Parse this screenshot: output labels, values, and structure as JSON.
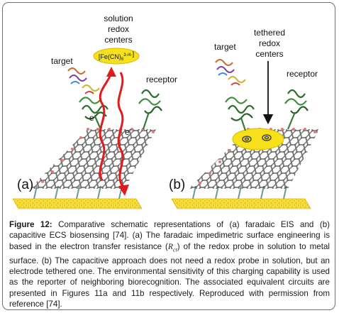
{
  "panel_a": {
    "label": "(a)",
    "solution_centers": [
      "solution",
      "redox",
      "centers"
    ],
    "probe": "[Fe(CN)6]3-/4-",
    "target": "target",
    "receptor": "receptor",
    "electron": "e-"
  },
  "panel_b": {
    "label": "(b)",
    "tethered_centers": [
      "tethered",
      "redox",
      "centers"
    ],
    "target": "target",
    "receptor": "receptor"
  },
  "caption": {
    "heading": "Figure 12:",
    "text_before_symbol": " Comparative schematic representations of (a) faradaic EIS and (b) capacitive ECS biosensing [74]. (a) The faradaic impedimetric surface engineering is based in the electron transfer resistance (",
    "symbol": "Rct",
    "text_after_symbol": ") of the redox probe in solution to metal surface. (b) The capacitive approach does not need a redox probe in solution, but an electrode tethered one. The environmental sensitivity of this charging capability is used as the reporter of neighboring biorecognition. The associated equivalent circuits are presented in Figures 11a and 11b respectively. Reproduced with permission from reference [74]."
  },
  "colors": {
    "gold": "#f2d21c",
    "graphene": "#4a4a4a",
    "arrow": "#e01b1b",
    "protein": "#3a7a3a",
    "ellipse": "#f7e11a"
  }
}
